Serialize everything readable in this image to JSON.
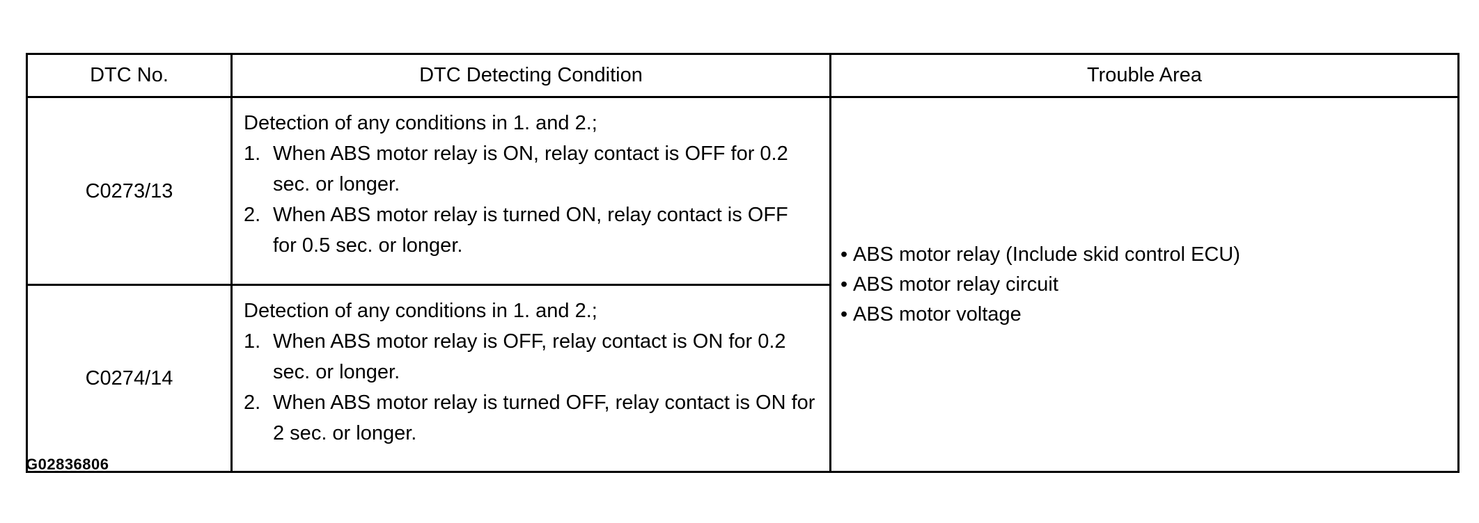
{
  "table": {
    "headers": {
      "dtc_no": "DTC No.",
      "condition": "DTC Detecting Condition",
      "trouble_area": "Trouble Area"
    },
    "rows": [
      {
        "code": "C0273/13",
        "condition_intro": "Detection of any conditions in 1. and 2.;",
        "conditions": [
          {
            "num": "1.",
            "text": "When ABS motor relay is ON, relay contact is OFF for 0.2 sec. or longer."
          },
          {
            "num": "2.",
            "text": "When ABS motor relay is turned ON, relay contact is OFF for 0.5 sec. or longer."
          }
        ]
      },
      {
        "code": "C0274/14",
        "condition_intro": "Detection of any conditions in 1. and 2.;",
        "conditions": [
          {
            "num": "1.",
            "text": "When ABS motor relay is OFF, relay contact is ON for 0.2 sec. or longer."
          },
          {
            "num": "2.",
            "text": "When ABS motor relay is turned OFF, relay contact is ON for 2 sec. or longer."
          }
        ]
      }
    ],
    "trouble_areas": [
      "ABS motor relay (Include skid control ECU)",
      "ABS motor relay circuit",
      "ABS motor voltage"
    ],
    "bullet": "•"
  },
  "figure_id": "G02836806"
}
